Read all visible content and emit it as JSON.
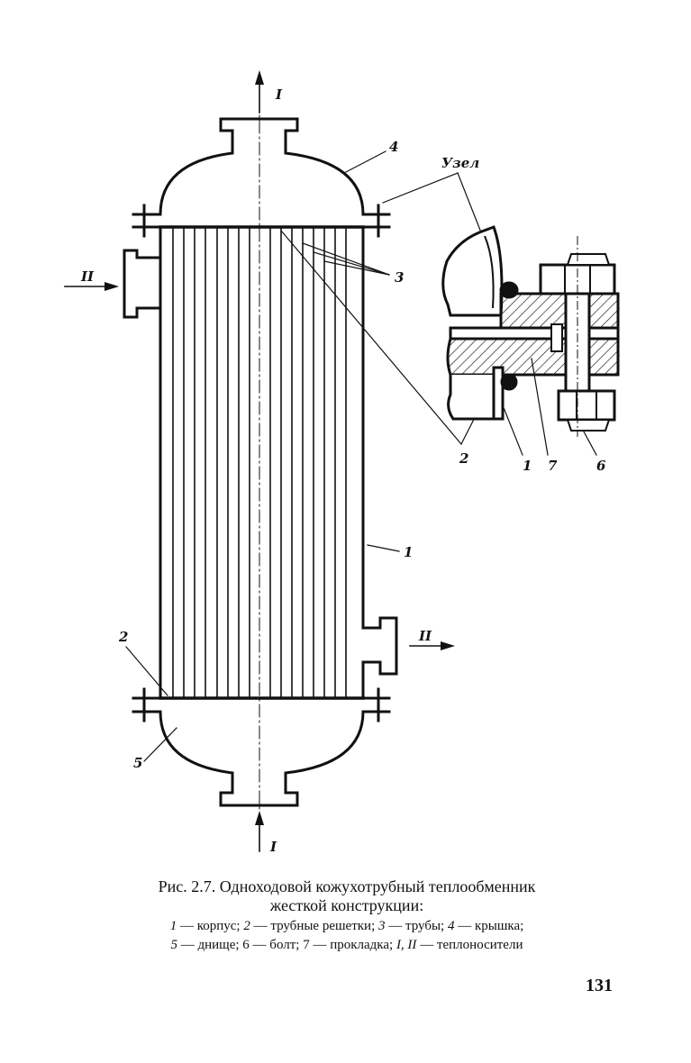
{
  "labels": {
    "flow_top": "I",
    "flow_bottom": "I",
    "flow_in": "II",
    "flow_out": "II",
    "n1_shell": "1",
    "n2_left": "2",
    "n3": "3",
    "n4": "4",
    "n5": "5",
    "uzel": "Узел",
    "d2": "2",
    "d1": "1",
    "d7": "7",
    "d6": "6"
  },
  "caption": {
    "title_line1": "Рис. 2.7. Одноходовой кожухотрубный теплообменник",
    "title_line2": "жесткой конструкции:",
    "legend_line1": [
      {
        "num": "1",
        "text": " — корпус; "
      },
      {
        "num": "2",
        "text": " — трубные решетки; "
      },
      {
        "num": "3",
        "text": " — трубы; "
      },
      {
        "num": "4",
        "text": " — крышка;"
      }
    ],
    "legend_line2_a_num": "5",
    "legend_line2_a_text": " — днище; 6 — болт; 7 — прокладка; ",
    "legend_line2_b_num": "I, II",
    "legend_line2_b_text": " — теплоносители"
  },
  "page_number": "131"
}
